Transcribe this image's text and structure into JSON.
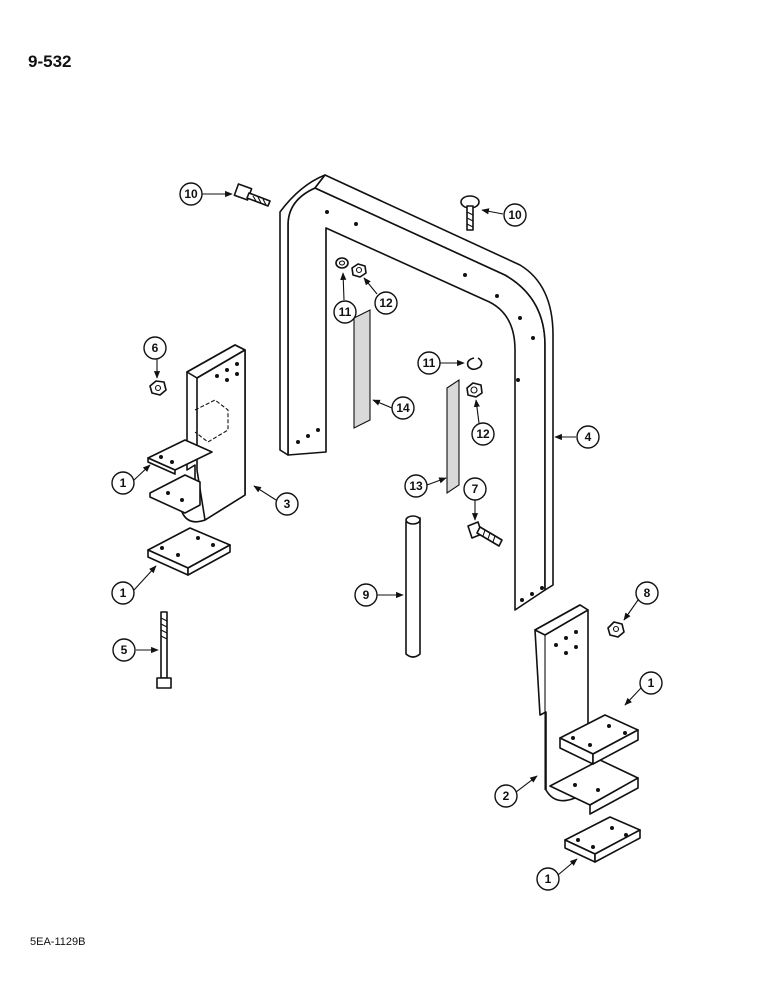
{
  "page_number": "9-532",
  "drawing_code": "5EA-1129B",
  "callouts": [
    "10",
    "10",
    "11",
    "12",
    "6",
    "11",
    "14",
    "1",
    "3",
    "12",
    "4",
    "13",
    "7",
    "1",
    "9",
    "8",
    "5",
    "1",
    "2",
    "1"
  ]
}
